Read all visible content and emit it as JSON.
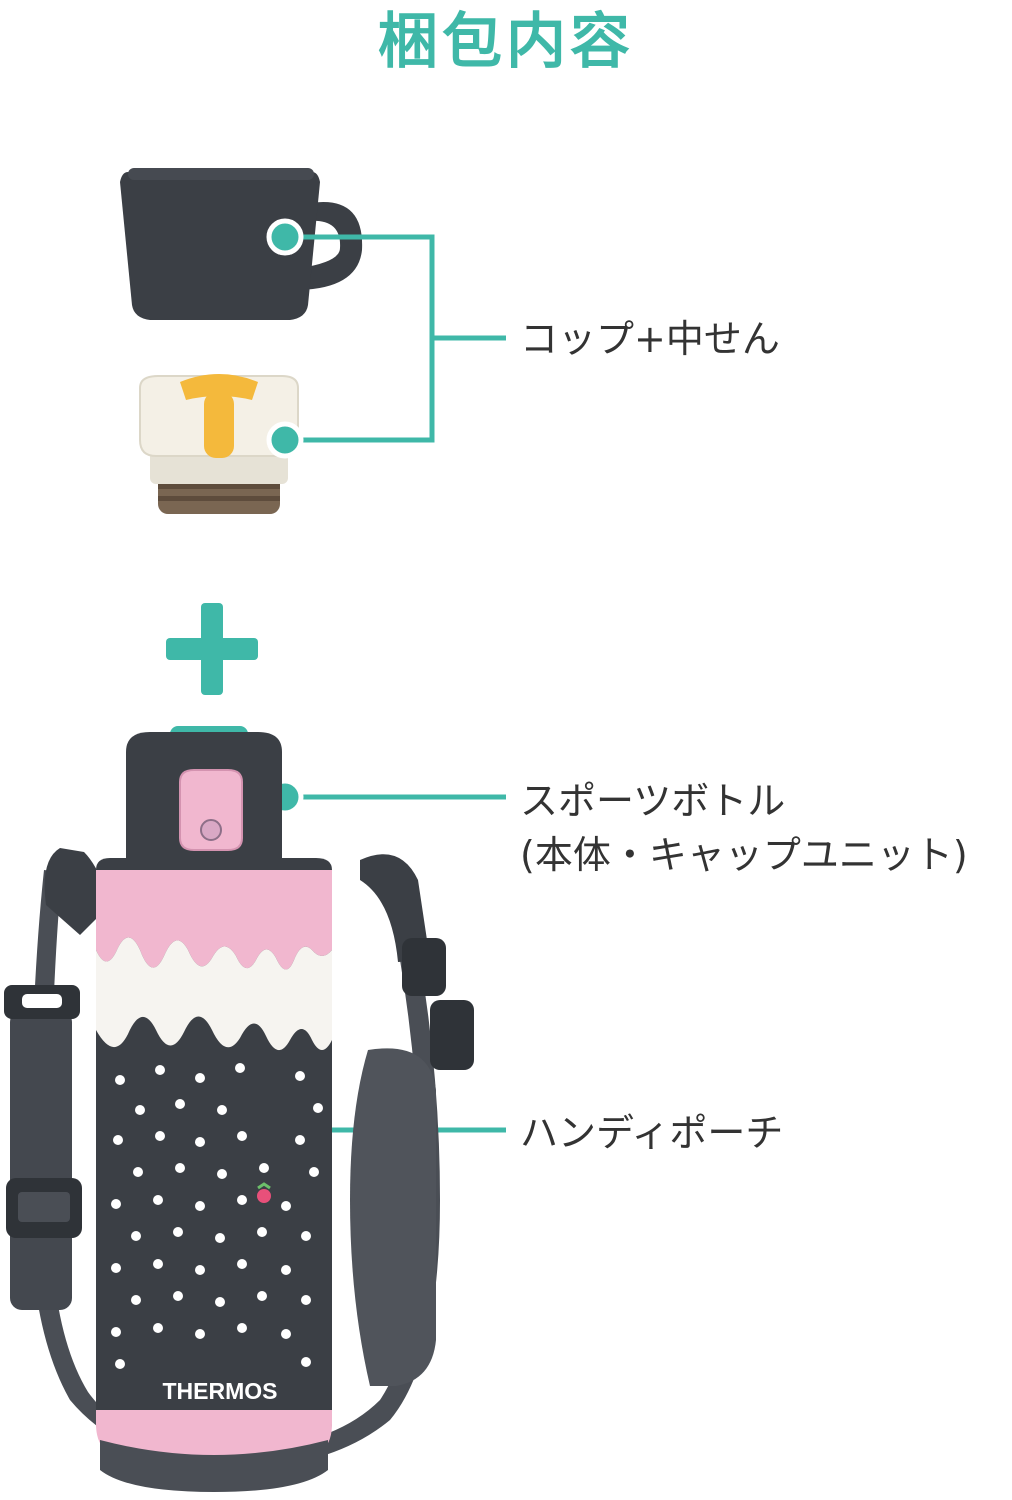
{
  "title": "梱包内容",
  "labels": {
    "cup": "コップ+中せん",
    "bottle_line1": "スポーツボトル",
    "bottle_line2": "(本体・キャップユニット)",
    "pouch": "ハンディポーチ"
  },
  "brand": "THERMOS",
  "colors": {
    "accent": "#3fb8a8",
    "dark": "#3b3f45",
    "pink": "#f1b7cf",
    "cream": "#f4f0e6",
    "yellow": "#f4b93c"
  }
}
